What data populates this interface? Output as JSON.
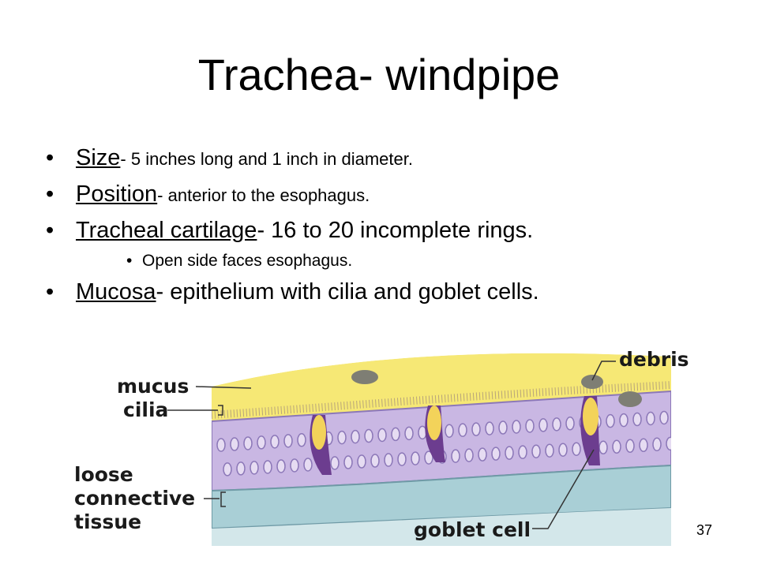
{
  "slide": {
    "title": "Trachea- windpipe",
    "page_number": "37"
  },
  "bullets": [
    {
      "term": "Size",
      "text": "- 5 inches long and 1 inch in diameter."
    },
    {
      "term": "Position",
      "text": "- anterior to the esophagus."
    },
    {
      "term": "Tracheal cartilage",
      "text": "- 16 to 20 incomplete rings."
    },
    {
      "text": "Open side faces esophagus."
    },
    {
      "term": "Mucosa",
      "text": "- epithelium with cilia and goblet cells."
    }
  ],
  "bullet_symbol": "•",
  "figure": {
    "labels": {
      "mucus": "mucus",
      "cilia": "cilia",
      "loose": "loose",
      "connective": "connective",
      "tissue": "tissue",
      "debris": "debris",
      "goblet_cell": "goblet cell"
    }
  },
  "colors": {
    "mucus": "#f6e875",
    "epithelium": "#c9b7e3",
    "cell_outline": "#8c78b8",
    "goblet": "#6c3d8f",
    "connective": "#a9cfd6",
    "debris": "#7e7e74"
  }
}
